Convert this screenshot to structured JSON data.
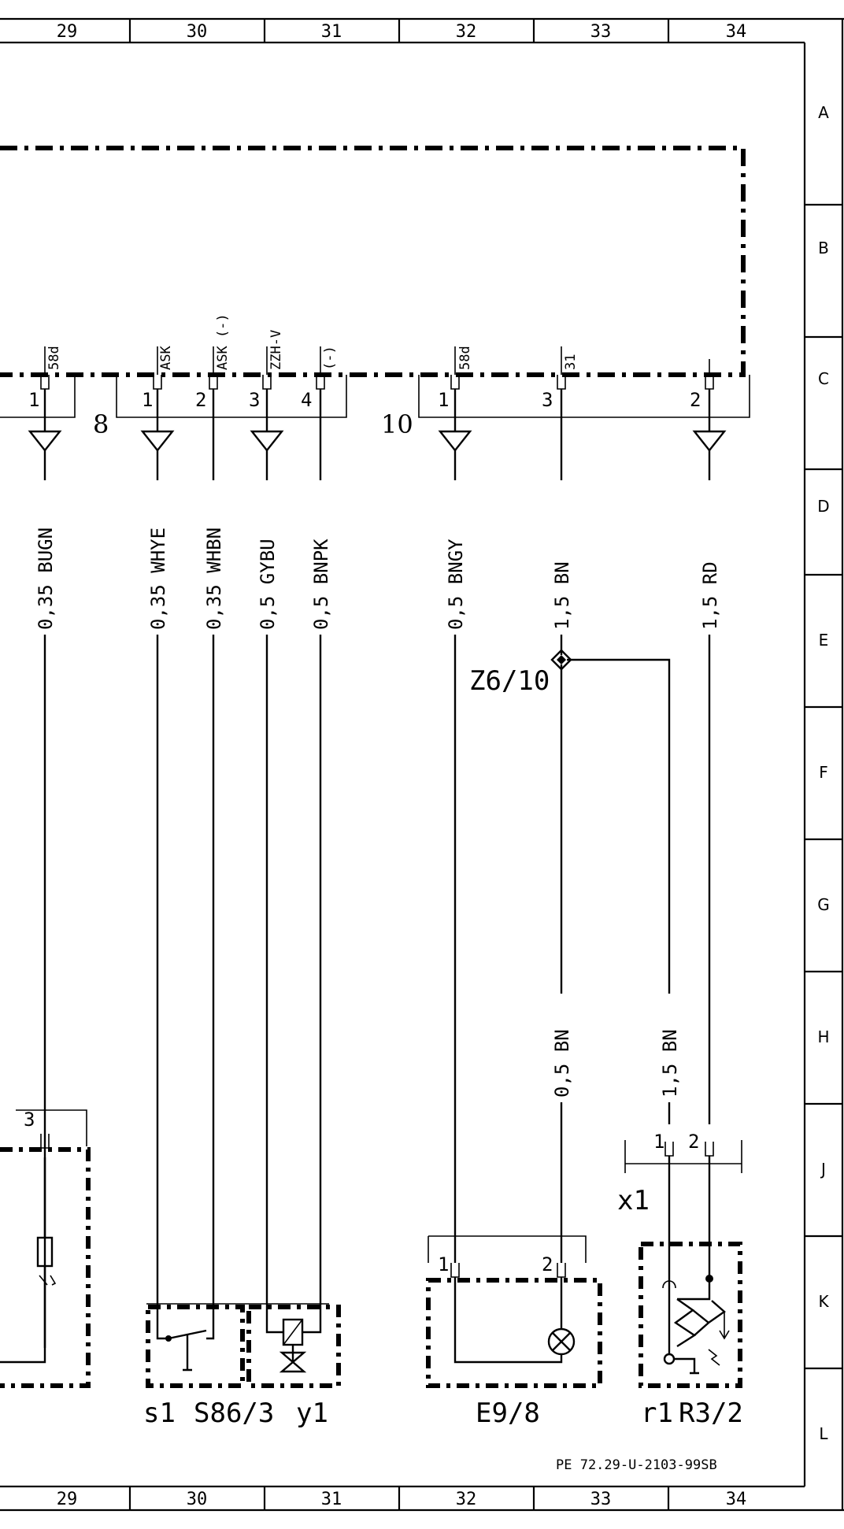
{
  "grid": {
    "columns": [
      "29",
      "30",
      "31",
      "32",
      "33",
      "34"
    ],
    "rows": [
      "A",
      "B",
      "C",
      "D",
      "E",
      "F",
      "G",
      "H",
      "J",
      "K",
      "L"
    ]
  },
  "connectors": {
    "c8": "8",
    "c10": "10",
    "x1": "x1"
  },
  "pins": {
    "p_58d_a": {
      "signal": "58d",
      "num": "1"
    },
    "p_ask1": {
      "signal": "ASK",
      "num": "1"
    },
    "p_ask2": {
      "signal": "ASK (-)",
      "num": "2"
    },
    "p_zzh": {
      "signal": "ZZH-V",
      "num": "3"
    },
    "p_neg": {
      "signal": "(-)",
      "num": "4"
    },
    "p_58d_b": {
      "signal": "58d",
      "num": "1"
    },
    "p_31": {
      "signal": "31",
      "num": "3"
    },
    "p_rd": {
      "signal": "",
      "num": "2"
    },
    "p_lamp3": {
      "num": "3"
    },
    "p_x1_1": {
      "num": "1"
    },
    "p_x1_2": {
      "num": "2"
    },
    "p_e9_1": {
      "num": "1"
    },
    "p_e9_2": {
      "num": "2"
    }
  },
  "wires": {
    "w_bugn": "0,35 BUGN",
    "w_whye": "0,35 WHYE",
    "w_whbn": "0,35 WHBN",
    "w_gybu": "0,5 GYBU",
    "w_bnpk": "0,5 BNPK",
    "w_bngy": "0,5 BNGY",
    "w_bn15": "1,5 BN",
    "w_rd": "1,5 RD",
    "w_bn05": "0,5 BN",
    "w_bn15b": "1,5 BN"
  },
  "splice": "Z6/10",
  "components": {
    "s1": "s1",
    "s86": "S86/3",
    "y1": "y1",
    "e98": "E9/8",
    "r1": "r1",
    "r32": "R3/2"
  },
  "reference": "PE 72.29-U-2103-99SB"
}
